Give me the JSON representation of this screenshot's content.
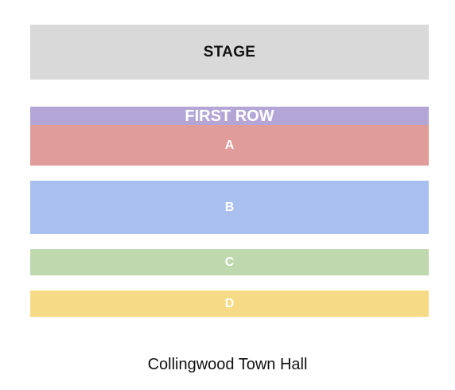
{
  "stage": {
    "label": "STAGE",
    "color": "#d9d9d9"
  },
  "sections": [
    {
      "label": "FIRST ROW",
      "color": "#b3a6d6"
    },
    {
      "label": "A",
      "color": "#df9c98"
    },
    {
      "label": "B",
      "color": "#a9c0ef"
    },
    {
      "label": "C",
      "color": "#bfd8ae"
    },
    {
      "label": "D",
      "color": "#f7da86"
    }
  ],
  "venue": {
    "name": "Collingwood Town Hall"
  }
}
